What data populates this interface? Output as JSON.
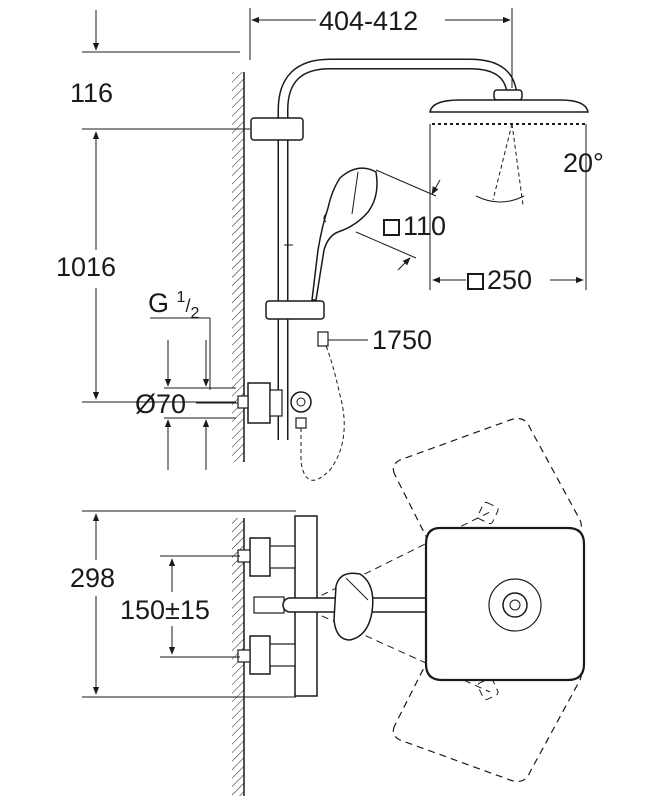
{
  "dimensions": {
    "arm_projection": "404-412",
    "top_offset": "116",
    "rail_height": "1016",
    "inlet_thread_prefix": "G",
    "inlet_thread_num": "1",
    "inlet_thread_den": "2",
    "rosette_diameter": "Ø70",
    "hand_shower_size": "110",
    "head_shower_size": "250",
    "hose_length": "1750",
    "tilt_angle": "20°",
    "plan_depth": "298",
    "inlet_spacing": "150±15"
  },
  "colors": {
    "line": "#1a1a1a",
    "fill": "#ffffff",
    "chrome": "#e6e6e6"
  }
}
